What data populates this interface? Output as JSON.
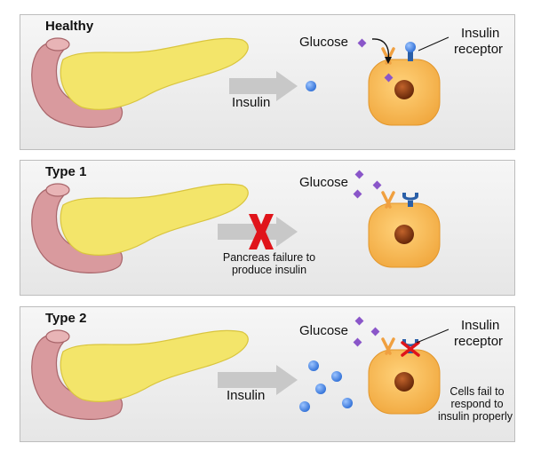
{
  "panels": [
    {
      "title": "Healthy",
      "arrow_label": "Insulin",
      "glucose_label": "Glucose",
      "receptor_label_line1": "Insulin",
      "receptor_label_line2": "receptor"
    },
    {
      "title": "Type 1",
      "glucose_label": "Glucose",
      "failure_line1": "Pancreas failure to",
      "failure_line2": "produce insulin"
    },
    {
      "title": "Type 2",
      "arrow_label": "Insulin",
      "glucose_label": "Glucose",
      "receptor_label_line1": "Insulin",
      "receptor_label_line2": "receptor",
      "cell_note_line1": "Cells fail to",
      "cell_note_line2": "respond to",
      "cell_note_line3": "insulin properly"
    }
  ],
  "colors": {
    "pancreas_body": "#f3e56a",
    "duodenum": "#d99a9e",
    "cell": "#f2b04a",
    "nucleus": "#8a3a10",
    "insulin": "#3b7be0",
    "glucose": "#8a56c9",
    "arrow": "#c8c8c8",
    "cross": "#e0141a",
    "receptor": "#2a5fa8"
  }
}
